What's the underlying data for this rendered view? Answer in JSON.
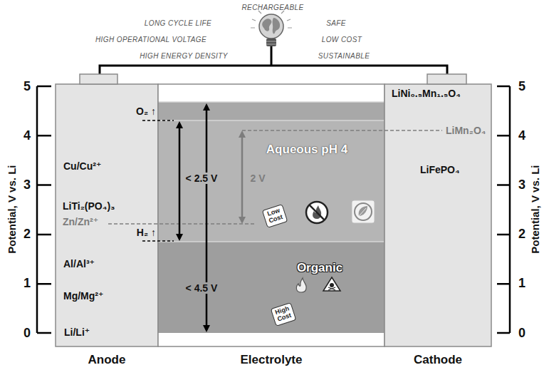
{
  "diagram": {
    "nodes": [
      {
        "text": [
          "Anode",
          "Cu/Cu²⁺",
          "LiTi₂(PO₄)₃",
          "Zn/Zn²⁺",
          "Al/Al³⁺",
          "Mg/Mg²⁺",
          "Li/Li⁺"
        ]
      },
      {
        "text": [
          "Electrolyte"
        ]
      },
      {
        "text": [
          "Aqueous pH 4"
        ],
        "in": 1
      },
      {
        "text": [
          "Low Cost"
        ],
        "in": 2
      },
      {
        "text": [
          "Organic"
        ],
        "in": 1
      },
      {
        "text": [
          "High Cost"
        ],
        "in": 4
      },
      {
        "text": [
          "Cathode",
          "LiNi₀.₅Mn₁.₅O₄",
          "LiMn₂O₄",
          "LiFePO₄"
        ]
      }
    ],
    "edges": [
      {
        "from": 0,
        "to": 6,
        "arrow": "none"
      }
    ],
    "labels": [
      "RECHARGEABLE",
      "LONG CYCLE LIFE",
      "SAFE",
      "HIGH OPERATIONAL VOLTAGE",
      "LOW COST",
      "HIGH ENERGY DENSITY",
      "SUSTAINABLE",
      "5",
      "4",
      "3",
      "2",
      "1",
      "0",
      "Potential, V vs. Li",
      "5",
      "4",
      "3",
      "2",
      "1",
      "0",
      "Potential, V vs. Li",
      "O₂ ↑",
      "H₂ ↑",
      "< 2.5 V",
      "2 V",
      "< 4.5 V"
    ]
  }
}
